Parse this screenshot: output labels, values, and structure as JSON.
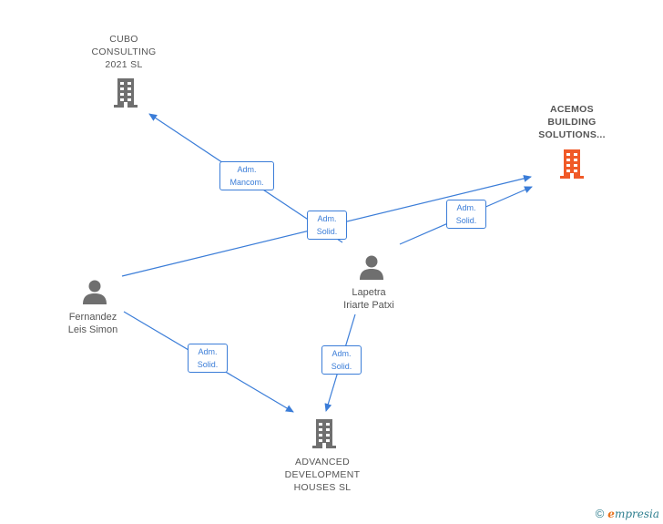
{
  "colors": {
    "edge": "#3b7dd8",
    "company": "#6f6f6f",
    "highlight_company": "#f05a28",
    "person": "#6f6f6f",
    "text": "#555555"
  },
  "nodes": {
    "cubo": {
      "lines": [
        "CUBO",
        "CONSULTING",
        "2021  SL"
      ],
      "icon": "building-icon"
    },
    "acemos": {
      "lines": [
        "ACEMOS",
        "BUILDING",
        "SOLUTIONS..."
      ],
      "icon": "building-icon"
    },
    "advanced": {
      "lines": [
        "ADVANCED",
        "DEVELOPMENT",
        "HOUSES  SL"
      ],
      "icon": "building-icon"
    },
    "fernandez": {
      "lines": [
        "Fernandez",
        "Leis Simon"
      ],
      "icon": "person-icon"
    },
    "lapetra": {
      "lines": [
        "Lapetra",
        "Iriarte Patxi"
      ],
      "icon": "person-icon"
    }
  },
  "edge_labels": {
    "mancom": [
      "Adm.",
      "Mancom."
    ],
    "solid_center": [
      "Adm.",
      "Solid."
    ],
    "solid_acemos": [
      "Adm.",
      "Solid."
    ],
    "solid_fernandez": [
      "Adm.",
      "Solid."
    ],
    "solid_lapetra": [
      "Adm.",
      "Solid."
    ]
  },
  "footer": {
    "copyright": "©",
    "brand_first": "e",
    "brand_rest": "mpresia"
  }
}
